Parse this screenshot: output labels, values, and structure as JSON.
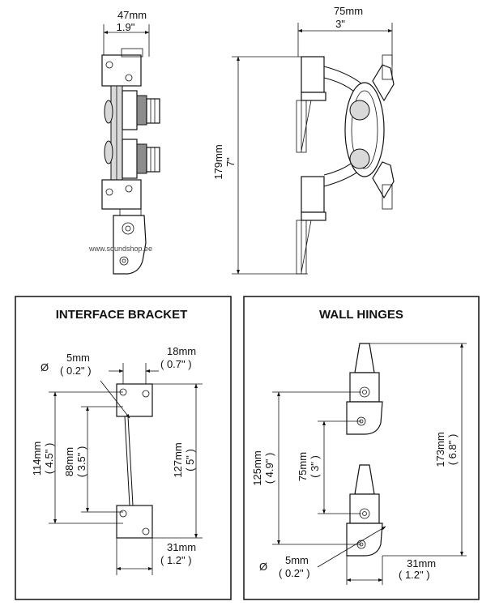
{
  "watermark": "www.soundshop.ee",
  "top_side_view": {
    "width_mm": "47mm",
    "width_in": "1.9\""
  },
  "top_front_view": {
    "width_mm": "75mm",
    "width_in": "3\"",
    "height_mm": "179mm",
    "height_in": "7\""
  },
  "interface_bracket": {
    "title": "INTERFACE BRACKET",
    "diameter_symbol": "Ø",
    "hole_mm": "5mm",
    "hole_in": "( 0.2\" )",
    "offset_mm": "18mm",
    "offset_in": "( 0.7\" )",
    "height_outer_mm": "114mm",
    "height_outer_in": "( 4.5\" )",
    "height_inner_mm": "88mm",
    "height_inner_in": "( 3.5\" )",
    "height_total_mm": "127mm",
    "height_total_in": "( 5\" )",
    "width_mm": "31mm",
    "width_in": "( 1.2\" )"
  },
  "wall_hinges": {
    "title": "WALL HINGES",
    "height_outer_mm": "125mm",
    "height_outer_in": "( 4.9\" )",
    "height_inner_mm": "75mm",
    "height_inner_in": "( 3\" )",
    "height_total_mm": "173mm",
    "height_total_in": "( 6.8\" )",
    "diameter_symbol": "Ø",
    "hole_mm": "5mm",
    "hole_in": "( 0.2\" )",
    "width_mm": "31mm",
    "width_in": "( 1.2\" )"
  }
}
